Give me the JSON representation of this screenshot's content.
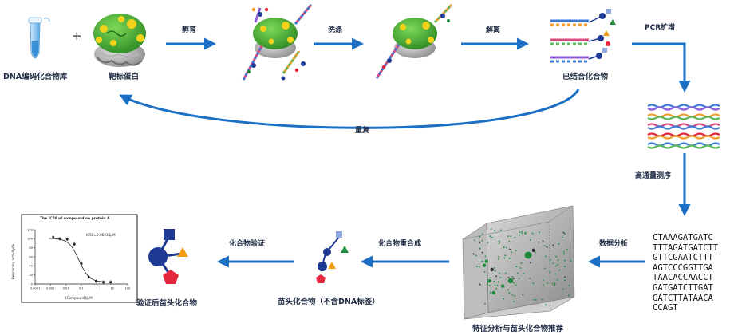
{
  "nodes": {
    "library": "DNA编码化合物库",
    "target": "靶标蛋白",
    "bound": "已结合化合物",
    "hit_no_dna": "苗头化合物（不含DNA标签）",
    "validated": "验证后苗头化合物",
    "feature": "特征分析与苗头化合物推荐"
  },
  "steps": {
    "incubate": "孵育",
    "wash": "洗涤",
    "elute": "解离",
    "pcr": "PCR扩增",
    "repeat": "重复",
    "ngs": "高通量测序",
    "analysis": "数据分析",
    "synthesis": "化合物重合成",
    "validation": "化合物验证"
  },
  "symbols": {
    "plus": "+"
  },
  "sequences": [
    "CTAAAGATGATC",
    "TTTAGATGATCTT",
    "GTTCGAATCTTT",
    "AGTCCCGGTTGA",
    "TAACACCAACCT",
    "GATGATCTTGAT",
    "GATCTTATAACA",
    "CCAGT"
  ],
  "colors": {
    "arrow": "#1b6fc4",
    "text": "#1f2a44",
    "protein_green": "#3fa535",
    "protein_yellow": "#f2d21b",
    "protein_gray": "#9a9a9a",
    "navy": "#1f3a93",
    "orange": "#f39c12",
    "red": "#e3263b",
    "dark_green": "#1e8a3b",
    "light_blue": "#8fa7dc"
  },
  "ic50": {
    "title": "The IC50 of compound on protein A",
    "annotation": "IC50=0.06233μM",
    "xlabel": "[Compound]/μM",
    "ylabel": "Remaining activity/%",
    "x_ticks": [
      "0.0001",
      "0.001",
      "0.01",
      "0.1",
      "1",
      "10",
      "100"
    ],
    "y_ticks": [
      "0",
      "20",
      "40",
      "60",
      "80",
      "100",
      "120"
    ],
    "chart_data": {
      "type": "scatter",
      "title": "The IC50 of compound on protein A",
      "xlabel": "[Compound]/μM",
      "ylabel": "Remaining activity/%",
      "x_scale": "log",
      "xlim": [
        0.0001,
        100
      ],
      "ylim": [
        0,
        120
      ],
      "series": [
        {
          "x": [
            0.0015,
            0.004,
            0.012,
            0.035,
            0.1,
            0.3,
            0.9,
            2.7,
            8
          ],
          "y": [
            103,
            100,
            99,
            88,
            45,
            15,
            6,
            4,
            4
          ]
        }
      ]
    }
  }
}
